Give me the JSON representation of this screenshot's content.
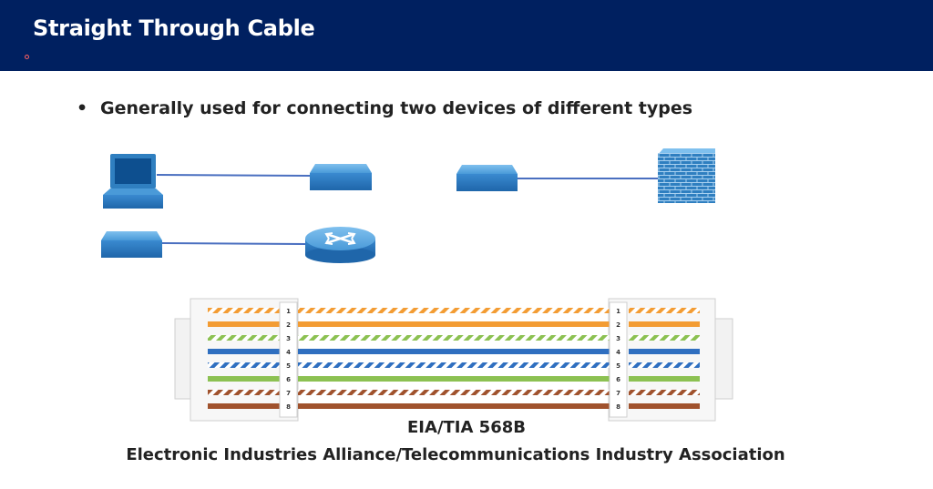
{
  "slide": {
    "title": "Straight Through Cable",
    "bullet": "Generally used for connecting two devices of different types"
  },
  "devices": [
    "laptop-icon",
    "switch-icon",
    "firewall-icon",
    "router-icon"
  ],
  "colors": {
    "header": "#002060",
    "link": "#4a6fc0",
    "device_blue": "#2f7fc0"
  },
  "pinout": {
    "standard": "EIA/TIA 568B",
    "description": "Electronic Industries Alliance/Telecommunications Industry Association",
    "wires": [
      {
        "pin": "1",
        "color": "#f39c33",
        "striped": true
      },
      {
        "pin": "2",
        "color": "#f39c33",
        "striped": false
      },
      {
        "pin": "3",
        "color": "#8cc152",
        "striped": true
      },
      {
        "pin": "4",
        "color": "#2f6fc0",
        "striped": false
      },
      {
        "pin": "5",
        "color": "#2f6fc0",
        "striped": true
      },
      {
        "pin": "6",
        "color": "#8cc152",
        "striped": false
      },
      {
        "pin": "7",
        "color": "#a0522d",
        "striped": true
      },
      {
        "pin": "8",
        "color": "#a0522d",
        "striped": false
      }
    ]
  }
}
